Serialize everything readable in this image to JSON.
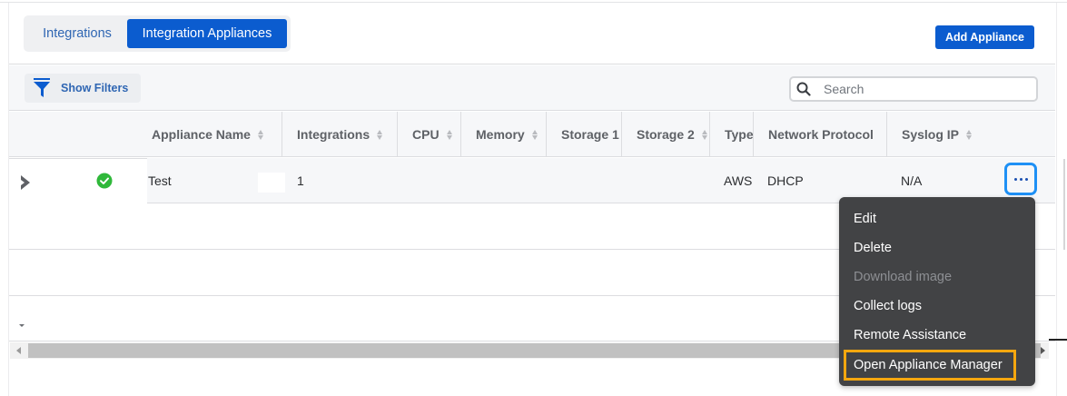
{
  "header": {
    "tabs": [
      {
        "label": "Integrations",
        "active": false
      },
      {
        "label": "Integration Appliances",
        "active": true
      }
    ],
    "add_button_label": "Add Appliance"
  },
  "toolbar": {
    "filter_label": "Show Filters",
    "filter_icon": "funnel-icon",
    "search_placeholder": "Search",
    "search_value": "",
    "search_icon": "search-icon"
  },
  "table": {
    "columns": [
      {
        "label": "Appliance Name",
        "sortable": true
      },
      {
        "label": "Integrations",
        "sortable": true
      },
      {
        "label": "CPU",
        "sortable": true
      },
      {
        "label": "Memory",
        "sortable": true
      },
      {
        "label": "Storage 1",
        "sortable": true
      },
      {
        "label": "Storage 2",
        "sortable": true
      },
      {
        "label": "Type",
        "sortable": true
      },
      {
        "label": "Network Protocol",
        "sortable": true
      },
      {
        "label": "Syslog IP",
        "sortable": true
      }
    ],
    "rows": [
      {
        "status": "ok",
        "status_icon": "check-circle-icon",
        "appliance_name": "Test",
        "integrations": "1",
        "cpu": "",
        "memory": "",
        "storage_1": "",
        "storage_2": "",
        "type": "AWS",
        "network_protocol": "DHCP",
        "syslog_ip": "N/A"
      }
    ]
  },
  "context_menu": {
    "items": [
      {
        "label": "Edit",
        "disabled": false
      },
      {
        "label": "Delete",
        "disabled": false
      },
      {
        "label": "Download image",
        "disabled": true
      },
      {
        "label": "Collect logs",
        "disabled": false
      },
      {
        "label": "Remote Assistance",
        "disabled": false
      },
      {
        "label": "Open Appliance Manager",
        "disabled": false,
        "highlighted": true
      }
    ]
  },
  "colors": {
    "primary": "#0b5ccf",
    "tab_inactive_text": "#2f66b3",
    "menu_bg": "#424345",
    "highlight_border": "#f5a70f",
    "status_ok": "#2fb83a",
    "focus_ring": "#1e90f5"
  }
}
